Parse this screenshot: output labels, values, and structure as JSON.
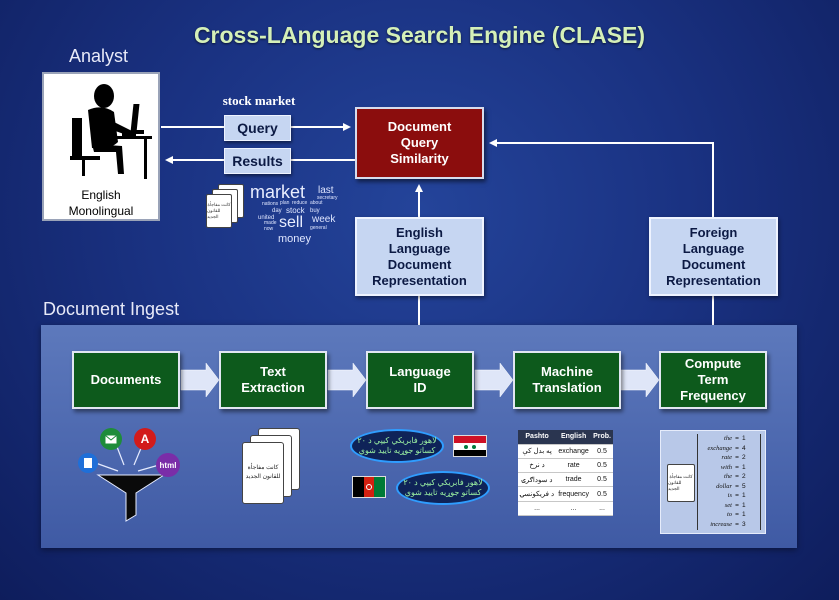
{
  "title": "Cross-LAnguage Search Engine (CLASE)",
  "analyst": {
    "label": "Analyst",
    "caption_line1": "English",
    "caption_line2": "Monolingual"
  },
  "query_text": "stock market",
  "buttons": {
    "query": "Query",
    "results": "Results"
  },
  "similarity": {
    "line1": "Document",
    "line2": "Query",
    "line3": "Similarity"
  },
  "english_rep": {
    "line1": "English",
    "line2": "Language",
    "line3": "Document",
    "line4": "Representation"
  },
  "foreign_rep": {
    "line1": "Foreign",
    "line2": "Language",
    "line3": "Document",
    "line4": "Representation"
  },
  "word_cloud": {
    "market": "market",
    "last": "last",
    "secretary": "secretary",
    "nations": "nations",
    "plan": "plan",
    "reduce": "reduce",
    "about": "about",
    "day": "day",
    "stock": "stock",
    "buy": "buy",
    "united": "united",
    "made": "made",
    "sell": "sell",
    "week": "week",
    "now": "now",
    "general": "general",
    "money": "money"
  },
  "ingest_label": "Document Ingest",
  "pipeline": {
    "documents": "Documents",
    "text_extraction": {
      "line1": "Text",
      "line2": "Extraction"
    },
    "language_id": {
      "line1": "Language",
      "line2": "ID"
    },
    "machine_translation": {
      "line1": "Machine",
      "line2": "Translation"
    },
    "compute_tf": {
      "line1": "Compute",
      "line2": "Term",
      "line3": "Frequency"
    }
  },
  "file_icons": {
    "email": "email-icon",
    "pdf": "pdf-icon",
    "doc": "document-icon",
    "html": "html"
  },
  "arabic_doc_text": {
    "line1": "كانت مفاجأة",
    "line2": "للقانون الجديد"
  },
  "lang_bubbles": {
    "arabic": {
      "line1": "لاهور فابريكي كيپي د ٢٠",
      "line2": "كساتو جوړيه تاييد شوي"
    },
    "pashto": {
      "line1": "لاهور فابريكي كيپي د ٢٠",
      "line2": "كساتو جوړيه تاييد شوي"
    }
  },
  "translation_table": {
    "headers": [
      "Pashto",
      "English",
      "Prob."
    ],
    "rows": [
      [
        "په بدل کې",
        "exchange",
        "0.5"
      ],
      [
        "د نرخ",
        "rate",
        "0.5"
      ],
      [
        "د سوداګرۍ",
        "trade",
        "0.5"
      ],
      [
        "د فریکونسۍ",
        "frequency",
        "0.5"
      ],
      [
        "...",
        "...",
        "..."
      ]
    ]
  },
  "term_frequency": {
    "rows": [
      {
        "term": "the",
        "value": "1"
      },
      {
        "term": "exchange",
        "value": "4"
      },
      {
        "term": "rate",
        "value": "2"
      },
      {
        "term": "with",
        "value": "1"
      },
      {
        "term": "the",
        "value": "2"
      },
      {
        "term": "dollar",
        "value": "5"
      },
      {
        "term": "is",
        "value": "1"
      },
      {
        "term": "set",
        "value": "1"
      },
      {
        "term": "to",
        "value": "1"
      },
      {
        "term": "increase",
        "value": "3"
      }
    ]
  },
  "colors": {
    "background": "#1a3282",
    "title": "#d5f0b8",
    "similarity_box": "#8b0d0d",
    "pipeline_box": "#0d5a1c",
    "rep_box": "#c6d6f2",
    "ingest_panel": "#4a66ae"
  }
}
